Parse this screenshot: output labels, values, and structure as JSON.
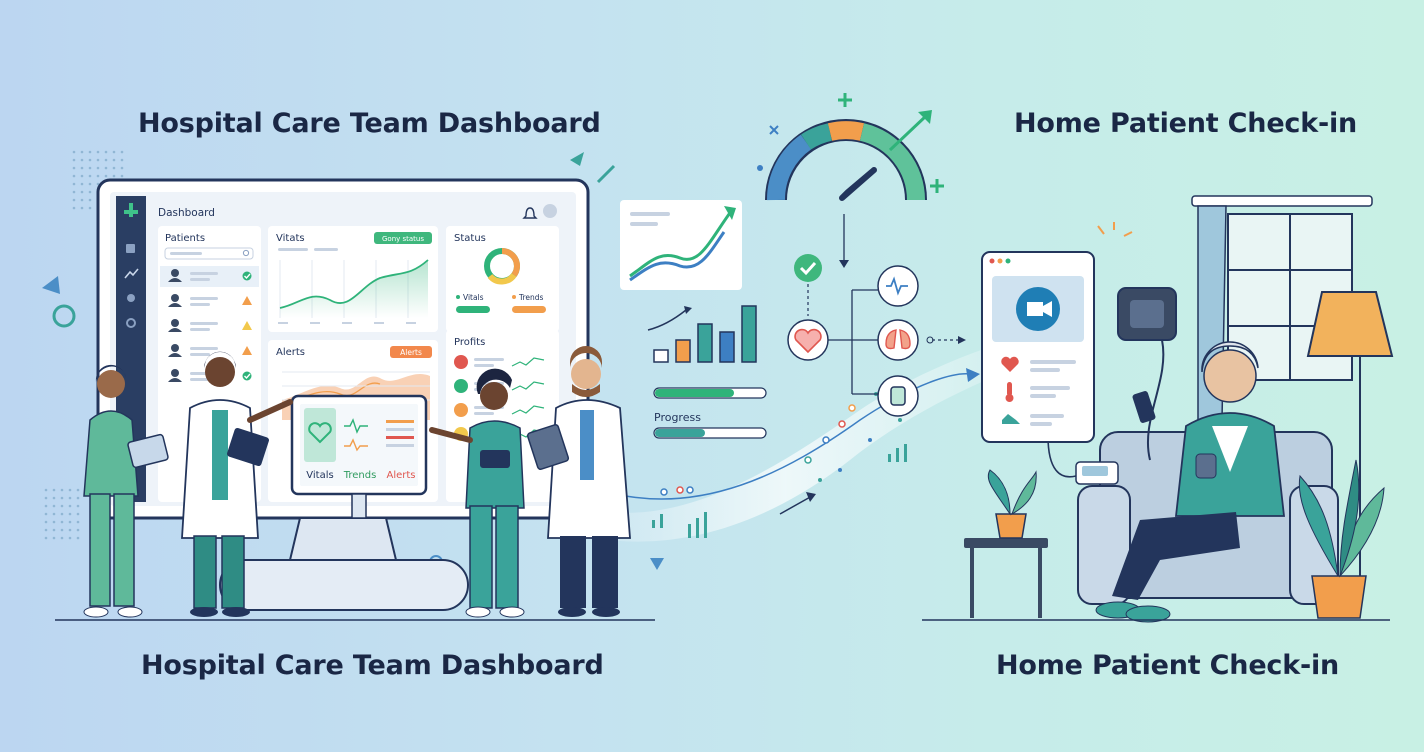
{
  "titles": {
    "hospital_top": "Hospital Care Team Dashboard",
    "home_top": "Home Patient Check-in",
    "hospital_bottom": "Hospital Care Team Dashboard",
    "home_bottom": "Home Patient Check-in"
  },
  "dashboard": {
    "header": "Dashboard",
    "patients_title": "Patients",
    "vitals_title": "Vitats",
    "vitals_badge": "Gony status",
    "status_title": "Status",
    "status_legend_vitals": "Vitals",
    "status_legend_trends": "Trends",
    "alerts_title": "Alerts",
    "alerts_badge": "Alerts",
    "profits_title": "Profits",
    "patient_status_icons": [
      "check-icon",
      "warning-icon",
      "warning-icon",
      "warning-icon",
      "check-icon"
    ]
  },
  "tablet": {
    "vitals": "Vitals",
    "trends": "Trends",
    "alerts": "Alerts"
  },
  "middle": {
    "progress_label": "Progress",
    "progress": [
      0.72,
      0.45
    ]
  },
  "colors": {
    "teal": "#3aa39a",
    "green": "#2fb37a",
    "orange": "#f29e4c",
    "navy": "#23355c",
    "red": "#e0574f"
  }
}
